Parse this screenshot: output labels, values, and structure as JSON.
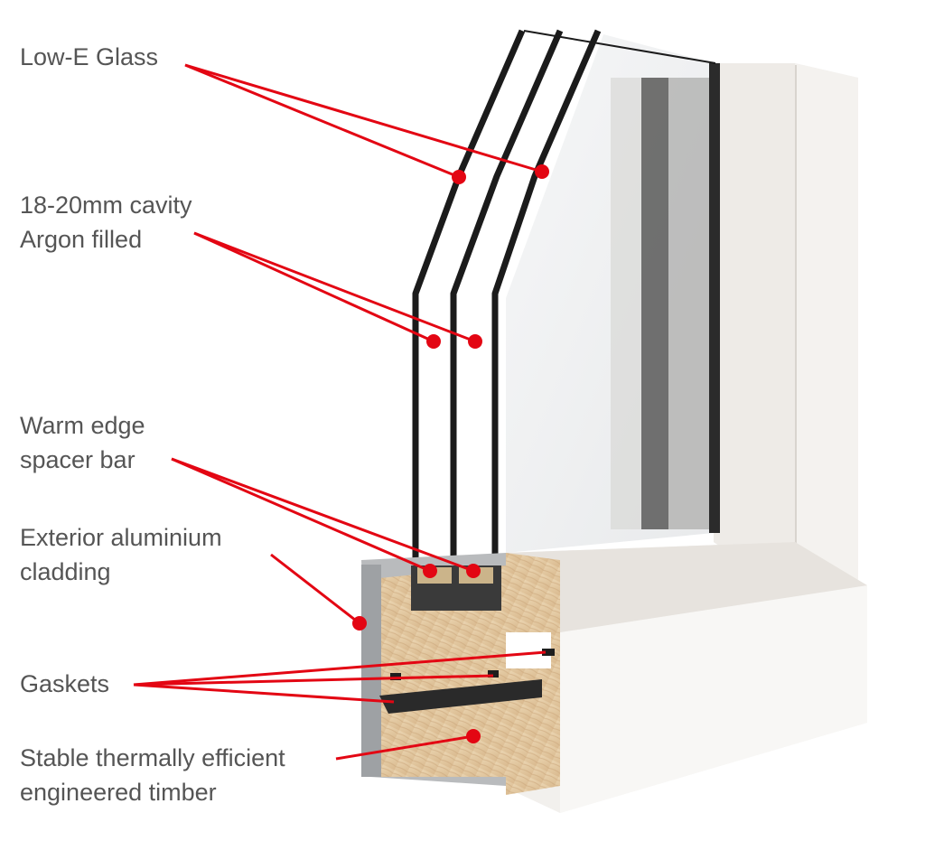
{
  "colors": {
    "leader": "#e30613",
    "label_text": "#555555",
    "frame_white": "#f1efec",
    "timber": "#e3c9a4",
    "glass_edge": "#1b1b1b"
  },
  "callouts": [
    {
      "id": "low-e-glass",
      "lines": [
        "Low-E Glass"
      ]
    },
    {
      "id": "cavity",
      "lines": [
        "18-20mm cavity",
        "Argon filled"
      ]
    },
    {
      "id": "spacer",
      "lines": [
        "Warm edge",
        "spacer bar"
      ]
    },
    {
      "id": "cladding",
      "lines": [
        "Exterior aluminium",
        "cladding"
      ]
    },
    {
      "id": "gaskets",
      "lines": [
        "Gaskets"
      ]
    },
    {
      "id": "timber",
      "lines": [
        "Stable thermally efficient",
        "engineered timber"
      ]
    }
  ]
}
